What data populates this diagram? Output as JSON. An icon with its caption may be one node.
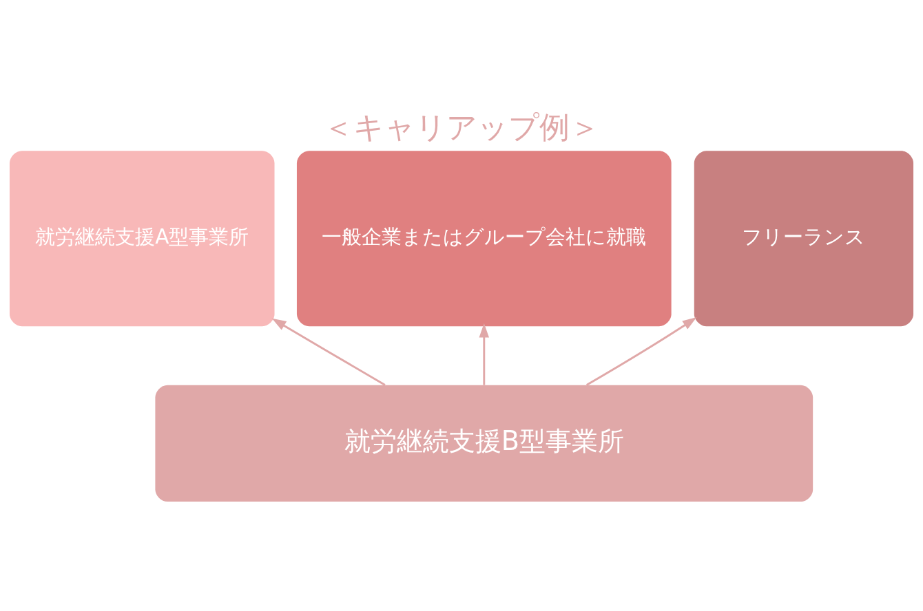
{
  "diagram": {
    "title": "＜キャリアップ例＞",
    "nodes": [
      {
        "text": [
          "就労継続支援A型事業所"
        ]
      },
      {
        "text": [
          "一般企業またはグループ会社に就職"
        ]
      },
      {
        "text": [
          "フリーランス"
        ]
      },
      {
        "text": [
          "就労継続支援B型事業所"
        ]
      }
    ],
    "edges": [
      {
        "from": 3,
        "to": 0,
        "arrow": "to"
      },
      {
        "from": 3,
        "to": 1,
        "arrow": "to"
      },
      {
        "from": 3,
        "to": 2,
        "arrow": "to"
      }
    ]
  }
}
